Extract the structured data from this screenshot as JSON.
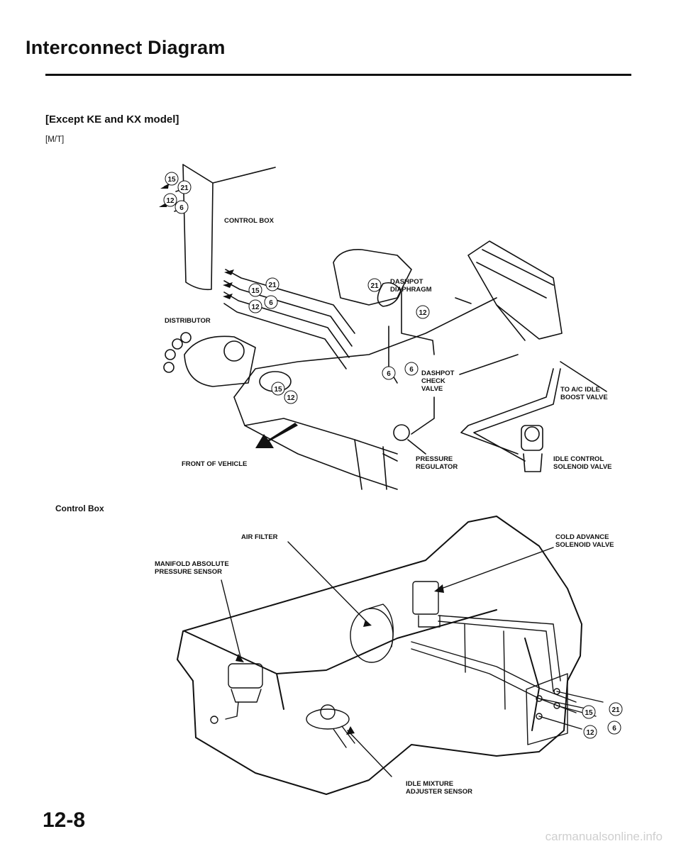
{
  "page": {
    "title": "Interconnect Diagram",
    "subtitle": "[Except KE and KX model]",
    "variant": "[M/T]",
    "section_label": "Control Box",
    "page_number": "12-8",
    "watermark": "carmanualsonline.info"
  },
  "upper_diagram": {
    "labels": {
      "control_box": "CONTROL BOX",
      "distributor": "DISTRIBUTOR",
      "dashpot_diaphragm": [
        "DASHPOT",
        "DIAPHRAGM"
      ],
      "dashpot_check_valve": [
        "DASHPOT",
        "CHECK",
        "VALVE"
      ],
      "to_ac_idle": [
        "TO A/C IDLE",
        "BOOST VALVE"
      ],
      "front_of_vehicle": "FRONT OF VEHICLE",
      "pressure_regulator": [
        "PRESSURE",
        "REGULATOR"
      ],
      "idle_control": [
        "IDLE CONTROL",
        "SOLENOID VALVE"
      ]
    }
  },
  "lower_diagram": {
    "labels": {
      "air_filter": "AIR FILTER",
      "map_sensor": [
        "MANIFOLD ABSOLUTE",
        "PRESSURE SENSOR"
      ],
      "cold_advance": [
        "COLD ADVANCE",
        "SOLENOID VALVE"
      ],
      "idle_mixture": [
        "IDLE MIXTURE",
        "ADJUSTER SENSOR"
      ]
    }
  },
  "hose_numbers": {
    "n15": "15",
    "n21": "21",
    "n12": "12",
    "n6": "6"
  }
}
